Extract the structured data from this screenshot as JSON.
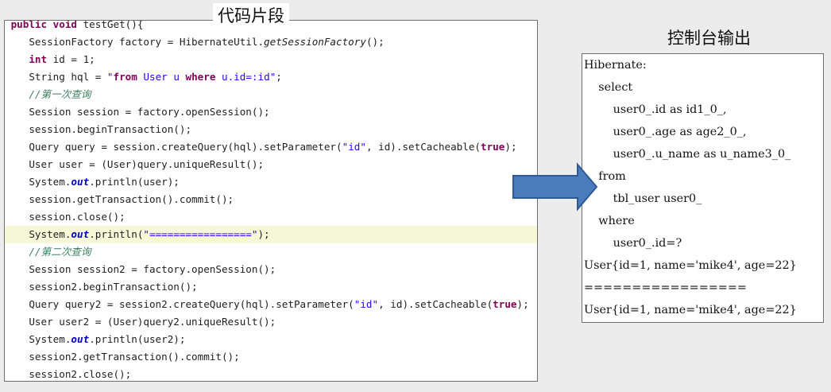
{
  "code_title": "代码片段",
  "console_title": "控制台输出",
  "code": {
    "sig_kw": "public void",
    "sig_rest": " testGet(){",
    "l1_a": "    SessionFactory factory = HibernateUtil.",
    "l1_b": "getSessionFactory",
    "l1_c": "();",
    "l2_kw": "int",
    "l2_rest": " id = 1;",
    "l3_a": "    String hql = ",
    "l3_q": "\"",
    "l3_from": "from",
    "l3_mid": " User u ",
    "l3_where": "where",
    "l3_end": " u.id=:id",
    "l3_q2": "\"",
    "l3_semi": ";",
    "cmt1": "//第一次查询",
    "l5": "    Session session = factory.openSession();",
    "l6": "    session.beginTransaction();",
    "l7_a": "    Query query = session.createQuery(hql).setParameter(",
    "l7_str": "\"id\"",
    "l7_b": ", id).setCacheable(",
    "l7_kw": "true",
    "l7_c": ");",
    "l8": "    User user = (User)query.uniqueResult();",
    "sys": "    System.",
    "out": "out",
    "l9_b": ".println(user);",
    "l10": "    session.getTransaction().commit();",
    "l11": "    session.close();",
    "l12_b": ".println(",
    "l12_str": "\"=================\"",
    "l12_c": ");",
    "cmt2": "//第二次查询",
    "l14": "    Session session2 = factory.openSession();",
    "l15": "    session2.beginTransaction();",
    "l16_a": "    Query query2 = session2.createQuery(hql).setParameter(",
    "l16_b": ", id).setCacheable(",
    "l17": "    User user2 = (User)query2.uniqueResult();",
    "l18_b": ".println(user2);",
    "l19": "    session2.getTransaction().commit();",
    "l20": "    session2.close();"
  },
  "console": [
    "Hibernate:",
    "    select",
    "        user0_.id as id1_0_,",
    "        user0_.age as age2_0_,",
    "        user0_.u_name as u_name3_0_",
    "    from",
    "        tbl_user user0_",
    "    where",
    "        user0_.id=?",
    "User{id=1, name='mike4', age=22}",
    "=================",
    "User{id=1, name='mike4', age=22}"
  ],
  "colors": {
    "keyword": "#7f0055",
    "string": "#2a00ff",
    "comment": "#3f7f5f",
    "static_field": "#0000c0",
    "highlight_line": "#f6f8d8",
    "arrow_fill": "#4a7bbd",
    "arrow_stroke": "#2d5a94"
  },
  "icons": {
    "arrow": "right-arrow-icon"
  }
}
